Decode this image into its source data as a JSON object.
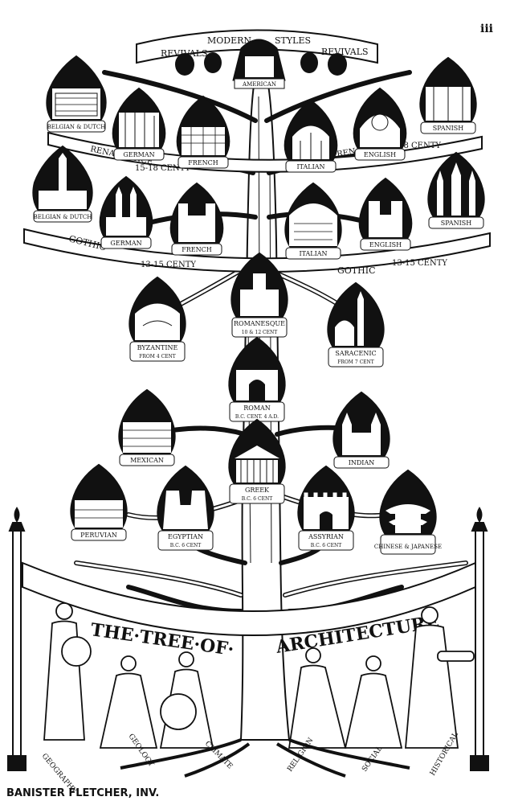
{
  "page_number": "iii",
  "top_banner": {
    "words": [
      "REVIVALS",
      "MODERN",
      "STYLES",
      "REVIVALS"
    ],
    "center_label": "AMERICAN"
  },
  "band_labels": {
    "renaissance_left": "RENAISSANCE",
    "renaissance_right": "RENAISSANCE",
    "cent_15_18_left": "15-18 CENTY",
    "cent_15_18_right": "15-18 CENTY",
    "gothic_left": "GOTHIC",
    "gothic_right": "GOTHIC",
    "cent_13_15_left": "13-15 CENTY",
    "cent_13_15_right": "13-15 CENTY"
  },
  "styles": {
    "belgian_dutch_top": "BELGIAN & DUTCH",
    "german_ren": "GERMAN",
    "french_ren": "FRENCH",
    "italian_ren": "ITALIAN",
    "english_ren": "ENGLISH",
    "spanish_top": "SPANISH",
    "belgian_dutch_gothic": "BELGIAN & DUTCH",
    "german_gothic": "GERMAN",
    "french_gothic": "FRENCH",
    "italian_gothic": "ITALIAN",
    "english_gothic": "ENGLISH",
    "spanish_gothic": "SPANISH",
    "romanesque": "ROMANESQUE",
    "romanesque_date": "10 & 12 CENT",
    "byzantine": "BYZANTINE",
    "byzantine_date": "FROM 4 CENT",
    "saracenic": "SARACENIC",
    "saracenic_date": "FROM 7 CENT",
    "roman": "ROMAN",
    "roman_date": "B.C. CENT. 4 A.D.",
    "mexican": "MEXICAN",
    "indian": "INDIAN",
    "greek": "GREEK",
    "greek_date": "B.C. 6 CENT",
    "peruvian": "PERUVIAN",
    "egyptian": "EGYPTIAN",
    "egyptian_date": "B.C. 6 CENT",
    "assyrian": "ASSYRIAN",
    "assyrian_date": "B.C. 6 CENT",
    "chinese_japanese": "CHINESE & JAPANESE"
  },
  "title_banner": {
    "left": "THE·TREE·OF·",
    "right": "ARCHITECTURE"
  },
  "roots": {
    "geography": "GEOGRAPHY",
    "geology": "GEOLOGY",
    "climate": "CLIMATE",
    "religion": "RELIGION",
    "social": "SOCIAL",
    "historical": "HISTORICAL"
  },
  "credit": "BANISTER FLETCHER, INV."
}
